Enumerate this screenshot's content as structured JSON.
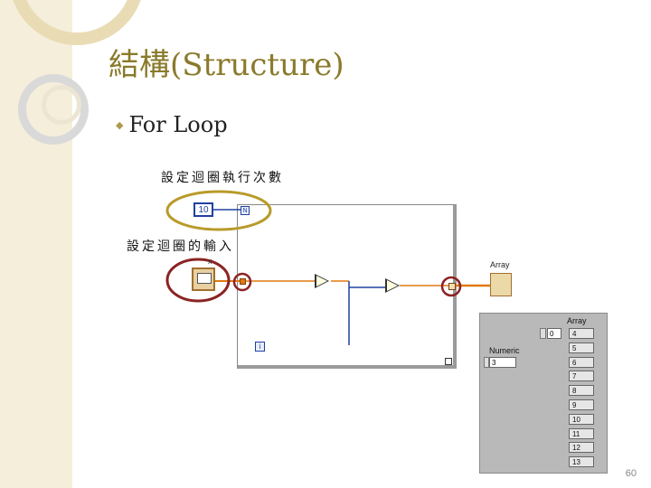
{
  "slide": {
    "title": "結構(Structure)",
    "bullet": "For Loop",
    "annotation_count": "設定迴圈執行次數",
    "annotation_input": "設定迴圈的輸入",
    "page_number": "60"
  },
  "block_diagram": {
    "count_constant": "10",
    "count_terminal": "N",
    "iteration_terminal": "i",
    "control_label": "x",
    "indicator_label": "Array"
  },
  "front_panel": {
    "array_label": "Array",
    "numeric_label": "Numeric",
    "array_index": "0",
    "numeric_value": "3",
    "array_values": [
      "4",
      "5",
      "6",
      "7",
      "8",
      "9",
      "10",
      "11",
      "12",
      "13"
    ]
  },
  "colors": {
    "accent": "#8a7a2a",
    "count_highlight": "#b89b2a",
    "input_highlight": "#8b2323",
    "numeric_wire": "#2040a0",
    "array_wire": "#e07a10"
  }
}
